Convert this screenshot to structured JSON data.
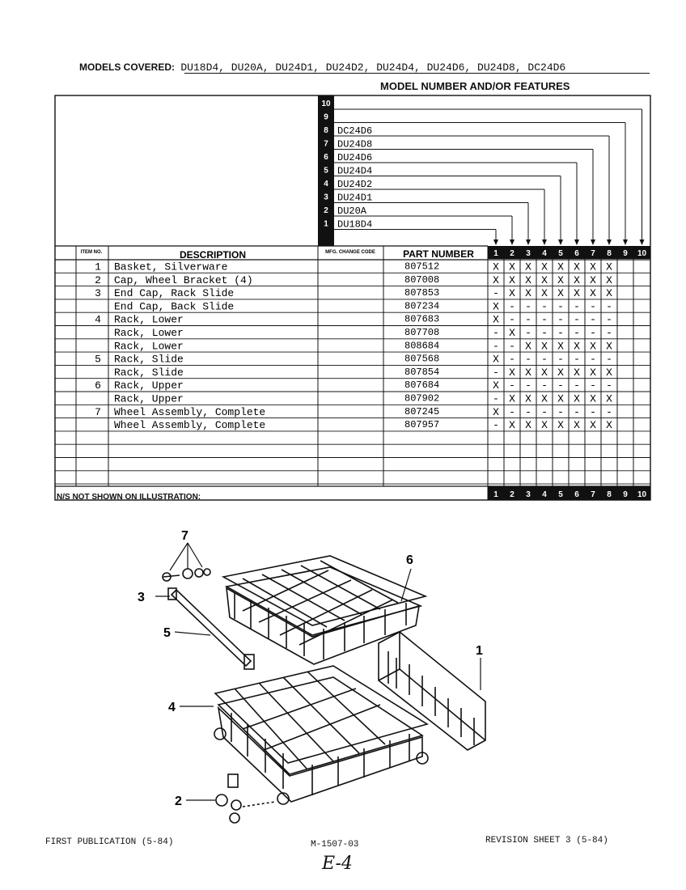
{
  "header": {
    "models_label": "MODELS COVERED:",
    "models_list": "DU18D4, DU20A, DU24D1, DU24D2, DU24D4, DU24D6, DU24D8, DC24D6",
    "features_heading": "MODEL NUMBER AND/OR FEATURES"
  },
  "model_index": [
    {
      "num": "10",
      "model": ""
    },
    {
      "num": "9",
      "model": ""
    },
    {
      "num": "8",
      "model": "DC24D6"
    },
    {
      "num": "7",
      "model": "DU24D8"
    },
    {
      "num": "6",
      "model": "DU24D6"
    },
    {
      "num": "5",
      "model": "DU24D4"
    },
    {
      "num": "4",
      "model": "DU24D2"
    },
    {
      "num": "3",
      "model": "DU24D1"
    },
    {
      "num": "2",
      "model": "DU20A"
    },
    {
      "num": "1",
      "model": "DU18D4"
    }
  ],
  "table": {
    "headers": {
      "item": "ITEM NO.",
      "description": "DESCRIPTION",
      "mfg": "MFG. CHANGE CODE",
      "part": "PART NUMBER"
    },
    "columns": [
      "1",
      "2",
      "3",
      "4",
      "5",
      "6",
      "7",
      "8",
      "9",
      "10"
    ],
    "rows": [
      {
        "item": "1",
        "desc": "Basket, Silverware",
        "part": "807512",
        "marks": [
          "X",
          "X",
          "X",
          "X",
          "X",
          "X",
          "X",
          "X",
          "",
          ""
        ]
      },
      {
        "item": "2",
        "desc": "Cap, Wheel Bracket (4)",
        "part": "807008",
        "marks": [
          "X",
          "X",
          "X",
          "X",
          "X",
          "X",
          "X",
          "X",
          "",
          ""
        ]
      },
      {
        "item": "3",
        "desc": "End Cap, Rack Slide",
        "part": "807853",
        "marks": [
          "-",
          "X",
          "X",
          "X",
          "X",
          "X",
          "X",
          "X",
          "",
          ""
        ]
      },
      {
        "item": "",
        "desc": "End Cap, Back Slide",
        "part": "807234",
        "marks": [
          "X",
          "-",
          "-",
          "-",
          "-",
          "-",
          "-",
          "-",
          "",
          ""
        ]
      },
      {
        "item": "4",
        "desc": "Rack, Lower",
        "part": "807683",
        "marks": [
          "X",
          "-",
          "-",
          "-",
          "-",
          "-",
          "-",
          "-",
          "",
          ""
        ]
      },
      {
        "item": "",
        "desc": "Rack, Lower",
        "part": "807708",
        "marks": [
          "-",
          "X",
          "-",
          "-",
          "-",
          "-",
          "-",
          "-",
          "",
          ""
        ]
      },
      {
        "item": "",
        "desc": "Rack, Lower",
        "part": "808684",
        "marks": [
          "-",
          "-",
          "X",
          "X",
          "X",
          "X",
          "X",
          "X",
          "",
          ""
        ]
      },
      {
        "item": "5",
        "desc": "Rack, Slide",
        "part": "807568",
        "marks": [
          "X",
          "-",
          "-",
          "-",
          "-",
          "-",
          "-",
          "-",
          "",
          ""
        ]
      },
      {
        "item": "",
        "desc": "Rack, Slide",
        "part": "807854",
        "marks": [
          "-",
          "X",
          "X",
          "X",
          "X",
          "X",
          "X",
          "X",
          "",
          ""
        ]
      },
      {
        "item": "6",
        "desc": "Rack, Upper",
        "part": "807684",
        "marks": [
          "X",
          "-",
          "-",
          "-",
          "-",
          "-",
          "-",
          "-",
          "",
          ""
        ]
      },
      {
        "item": "",
        "desc": "Rack, Upper",
        "part": "807902",
        "marks": [
          "-",
          "X",
          "X",
          "X",
          "X",
          "X",
          "X",
          "X",
          "",
          ""
        ]
      },
      {
        "item": "7",
        "desc": "Wheel Assembly, Complete",
        "part": "807245",
        "marks": [
          "X",
          "-",
          "-",
          "-",
          "-",
          "-",
          "-",
          "-",
          "",
          ""
        ]
      },
      {
        "item": "",
        "desc": "Wheel Assembly, Complete",
        "part": "807957",
        "marks": [
          "-",
          "X",
          "X",
          "X",
          "X",
          "X",
          "X",
          "X",
          "",
          ""
        ]
      }
    ],
    "ns_label": "N/S NOT SHOWN ON ILLUSTRATION:"
  },
  "illustration_callouts": [
    "7",
    "6",
    "3",
    "5",
    "1",
    "4",
    "2"
  ],
  "footer": {
    "left": "FIRST PUBLICATION (5-84)",
    "center": "M-1507-03",
    "right": "REVISION SHEET 3 (5-84)",
    "page_code": "E-4"
  }
}
